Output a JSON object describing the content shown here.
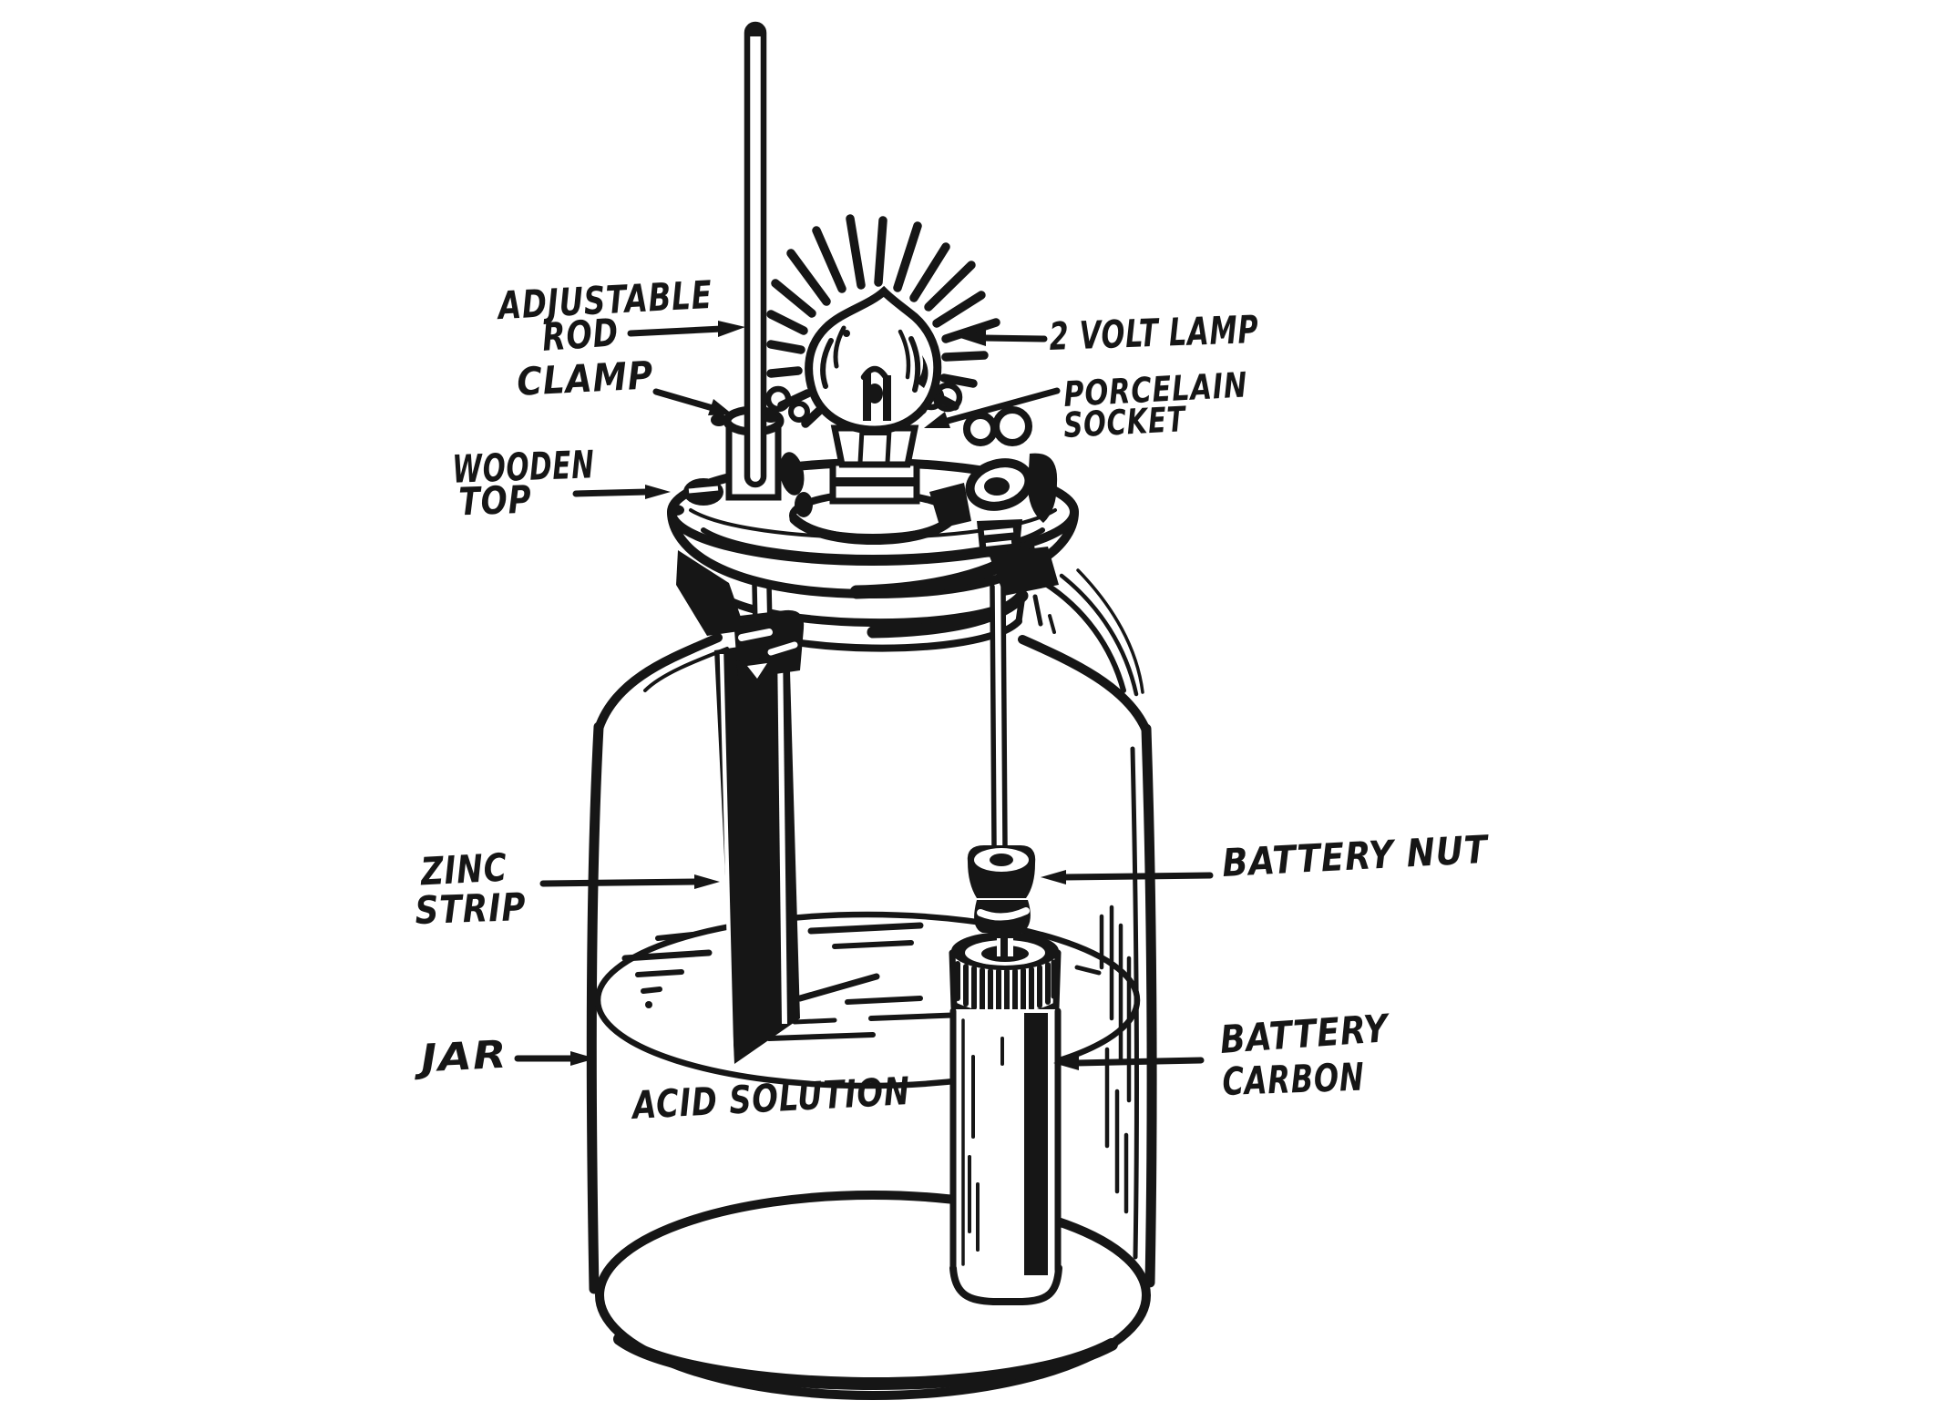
{
  "diagram": {
    "colors": {
      "ink": "#161616",
      "paper": "#ffffff"
    },
    "labels": {
      "adjustable_rod": {
        "line1": "ADJUSTABLE",
        "line2": "ROD"
      },
      "clamp": {
        "text": "CLAMP"
      },
      "wooden_top": {
        "line1": "WOODEN",
        "line2": "TOP"
      },
      "two_volt_lamp": {
        "text": "2 VOLT LAMP"
      },
      "porcelain_socket": {
        "line1": "PORCELAIN",
        "line2": "SOCKET"
      },
      "zinc_strip": {
        "line1": "ZINC",
        "line2": "STRIP"
      },
      "jar": {
        "text": "JAR"
      },
      "battery_nut": {
        "text": "BATTERY NUT"
      },
      "battery_carbon": {
        "line1": "BATTERY",
        "line2": "CARBON"
      },
      "acid_solution": {
        "text": "ACID SOLUTION"
      }
    }
  }
}
